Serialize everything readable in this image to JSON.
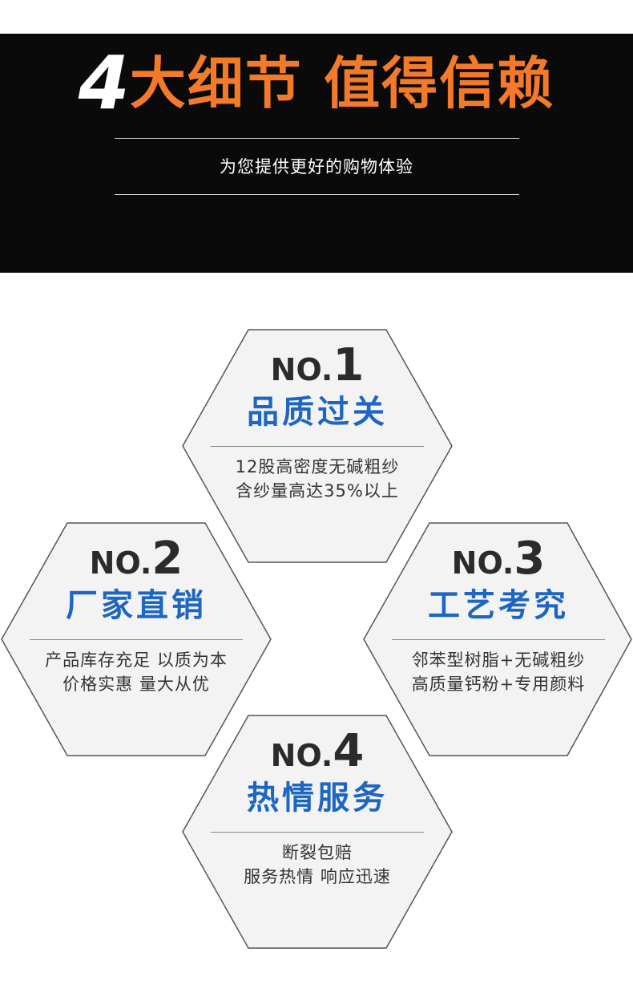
{
  "header": {
    "number": "4",
    "title": "大细节 值得信赖",
    "subtitle": "为您提供更好的购物体验"
  },
  "colors": {
    "accent_orange": "#f27a29",
    "title_blue": "#1e66c2",
    "hex_fill": "#f3f3f3",
    "hex_border": "#555555"
  },
  "features": [
    {
      "prefix": "NO.",
      "digit": "1",
      "title": "品质过关",
      "line1": "12股高密度无碱粗纱",
      "line2": "含纱量高达35%以上"
    },
    {
      "prefix": "NO.",
      "digit": "2",
      "title": "厂家直销",
      "line1": "产品库存充足  以质为本",
      "line2": "价格实惠  量大从优"
    },
    {
      "prefix": "NO.",
      "digit": "3",
      "title": "工艺考究",
      "line1": "邻苯型树脂+无碱粗纱",
      "line2": "高质量钙粉+专用颜料"
    },
    {
      "prefix": "NO.",
      "digit": "4",
      "title": "热情服务",
      "line1": "断裂包赔",
      "line2": "服务热情  响应迅速"
    }
  ]
}
